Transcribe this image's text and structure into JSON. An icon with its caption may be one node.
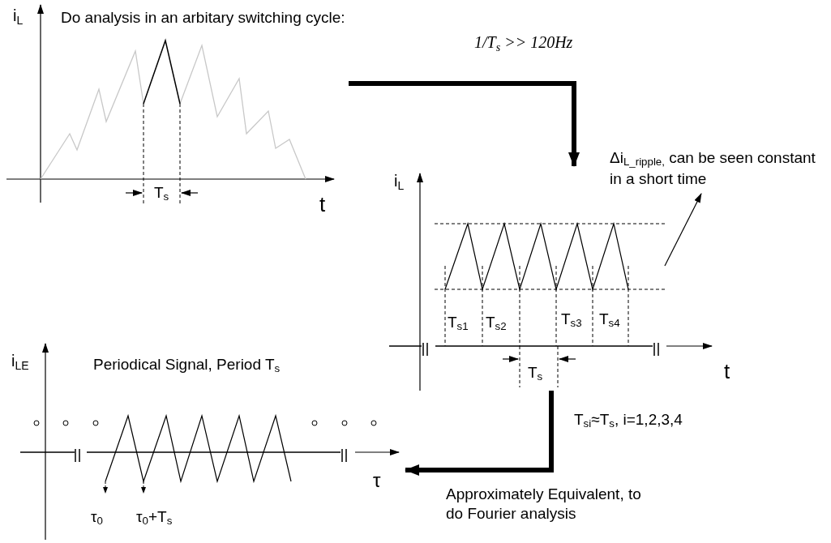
{
  "diagram": {
    "nodes": [
      {
        "text": [
          "i$_{L}$",
          "T$_{s}$",
          "t"
        ]
      },
      {
        "text": [
          "i$_{L}$",
          "T$_{s1}$",
          "T$_{s2}$",
          "T$_{s3}$",
          "T$_{s4}$",
          "T$_{s}$",
          "t"
        ]
      },
      {
        "text": [
          "i$_{LE}$",
          "Periodical Signal, Period T$_{s}$",
          "τ$_{0}$",
          "τ$_{0}$+T$_{s}$",
          "τ"
        ]
      },
      {
        "text": [
          "Δi$_{L_ripple,}$ can be seen constant in a short time"
        ]
      }
    ],
    "edges": [
      {
        "from": 0,
        "to": 1,
        "arrow": "to",
        "label": "1/T$_{s}$ >> 120Hz"
      },
      {
        "from": 1,
        "to": 2,
        "arrow": "to",
        "label": "Approximately Equivalent, to do Fourier analysis"
      },
      {
        "from": 1,
        "to": 3,
        "arrow": "to"
      }
    ],
    "labels": [
      "Do analysis in an arbitary switching cycle:",
      "T$_{si}$≈T$_{s}$, i=1,2,3,4"
    ]
  }
}
